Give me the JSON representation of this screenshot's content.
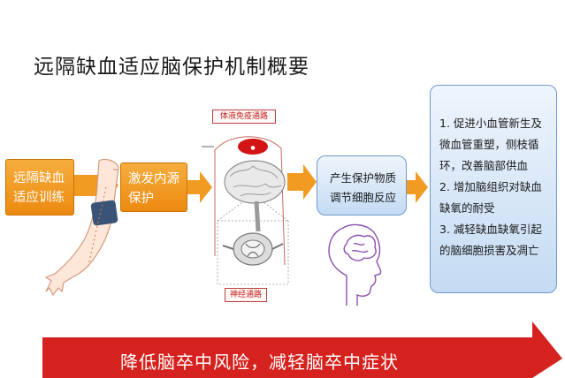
{
  "title": "远隔缺血适应脑保护机制概要",
  "box_training": [
    "远隔缺血",
    "适应训练"
  ],
  "box_endogenous": [
    "激发内源",
    "保护"
  ],
  "box_protective": [
    "产生保护物质",
    "调节细胞反应"
  ],
  "tag_humoral": "体液免疫通路",
  "tag_neural": "神经通路",
  "results": [
    "1. 促进小血管新生及",
    "微血管重塑，侧枝循",
    "环，改善脑部供血",
    "2. 增加脑组织对缺血",
    "缺氧的耐受",
    "3. 减轻缺血缺氧引起",
    "的脑细胞损害及凋亡"
  ],
  "bottom_banner": "降低脑卒中风险，减轻脑卒中症状",
  "colors": {
    "orange": "#f09a22",
    "red_banner": "#d6221e",
    "blue_box": "#d6e6f8",
    "head_outline": "#8a4fb0"
  }
}
